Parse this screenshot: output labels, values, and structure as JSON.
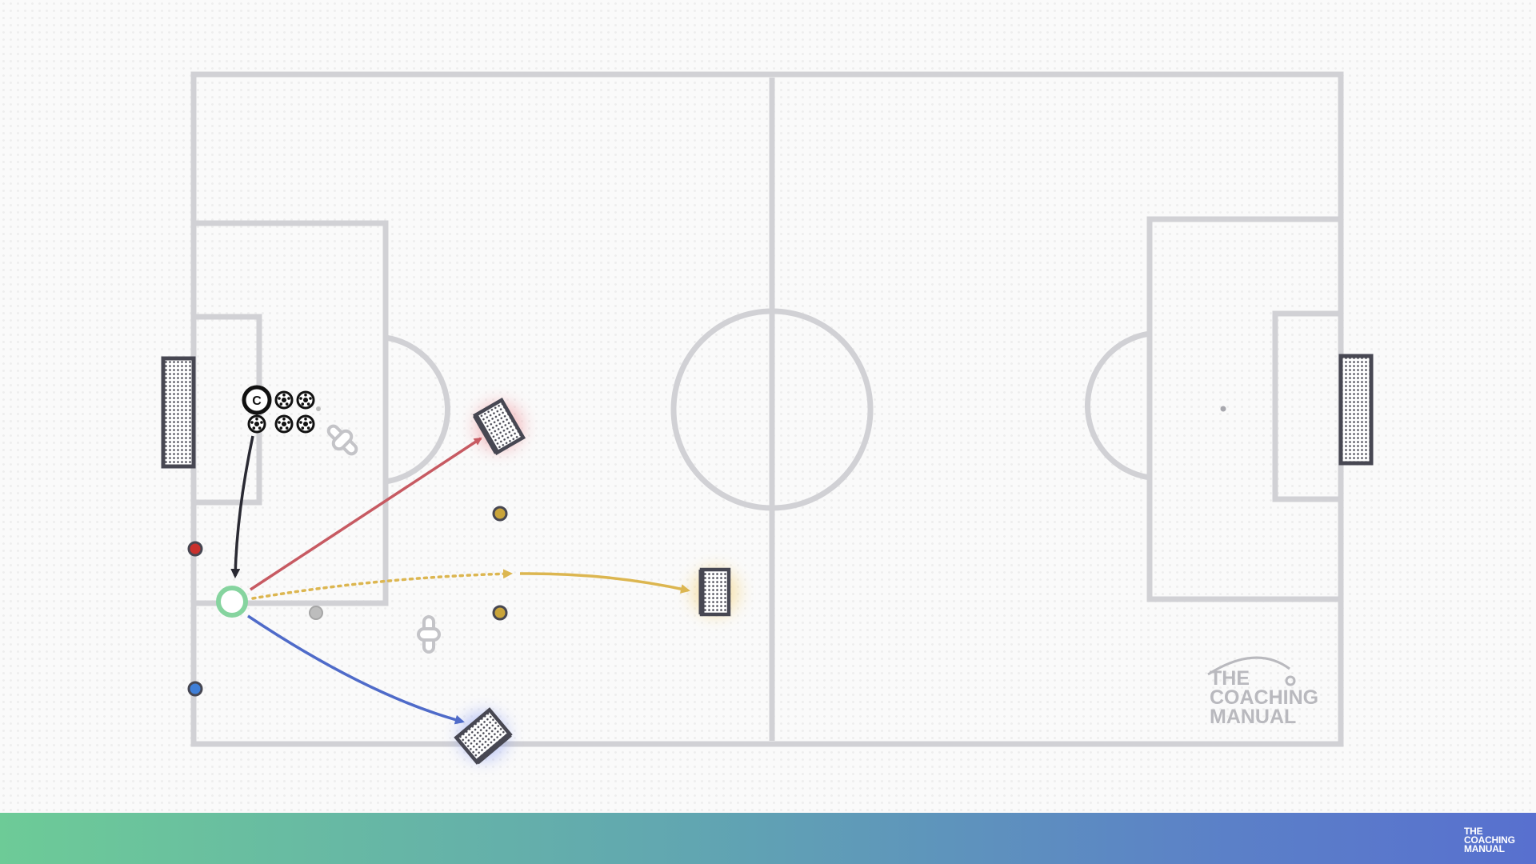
{
  "brand": {
    "name_line1": "THE",
    "name_line2": "COACHING",
    "name_line3": "MANUAL"
  },
  "colors": {
    "pitch_lines": "#d1d1d5",
    "goal_frame": "#474752",
    "red_path": "#c75a62",
    "yellow_path": "#dcb650",
    "blue_path": "#4f6bc9",
    "green_start": "#86d49f",
    "coach_path": "#2a2a33",
    "red_marker": "#c9302c",
    "blue_marker": "#3f7fd8",
    "cone": "#c9a43a",
    "grey_ball": "#bbbbbb"
  },
  "icons": {
    "coach": "coach-c-icon",
    "balls": "soccer-ball-icon",
    "mannequin": "mannequin-icon",
    "mini_goal": "mini-goal-icon",
    "full_goal": "goal-net-icon",
    "start_point": "ring-icon",
    "cones": "cone-icon"
  },
  "coach": {
    "label": "C"
  }
}
